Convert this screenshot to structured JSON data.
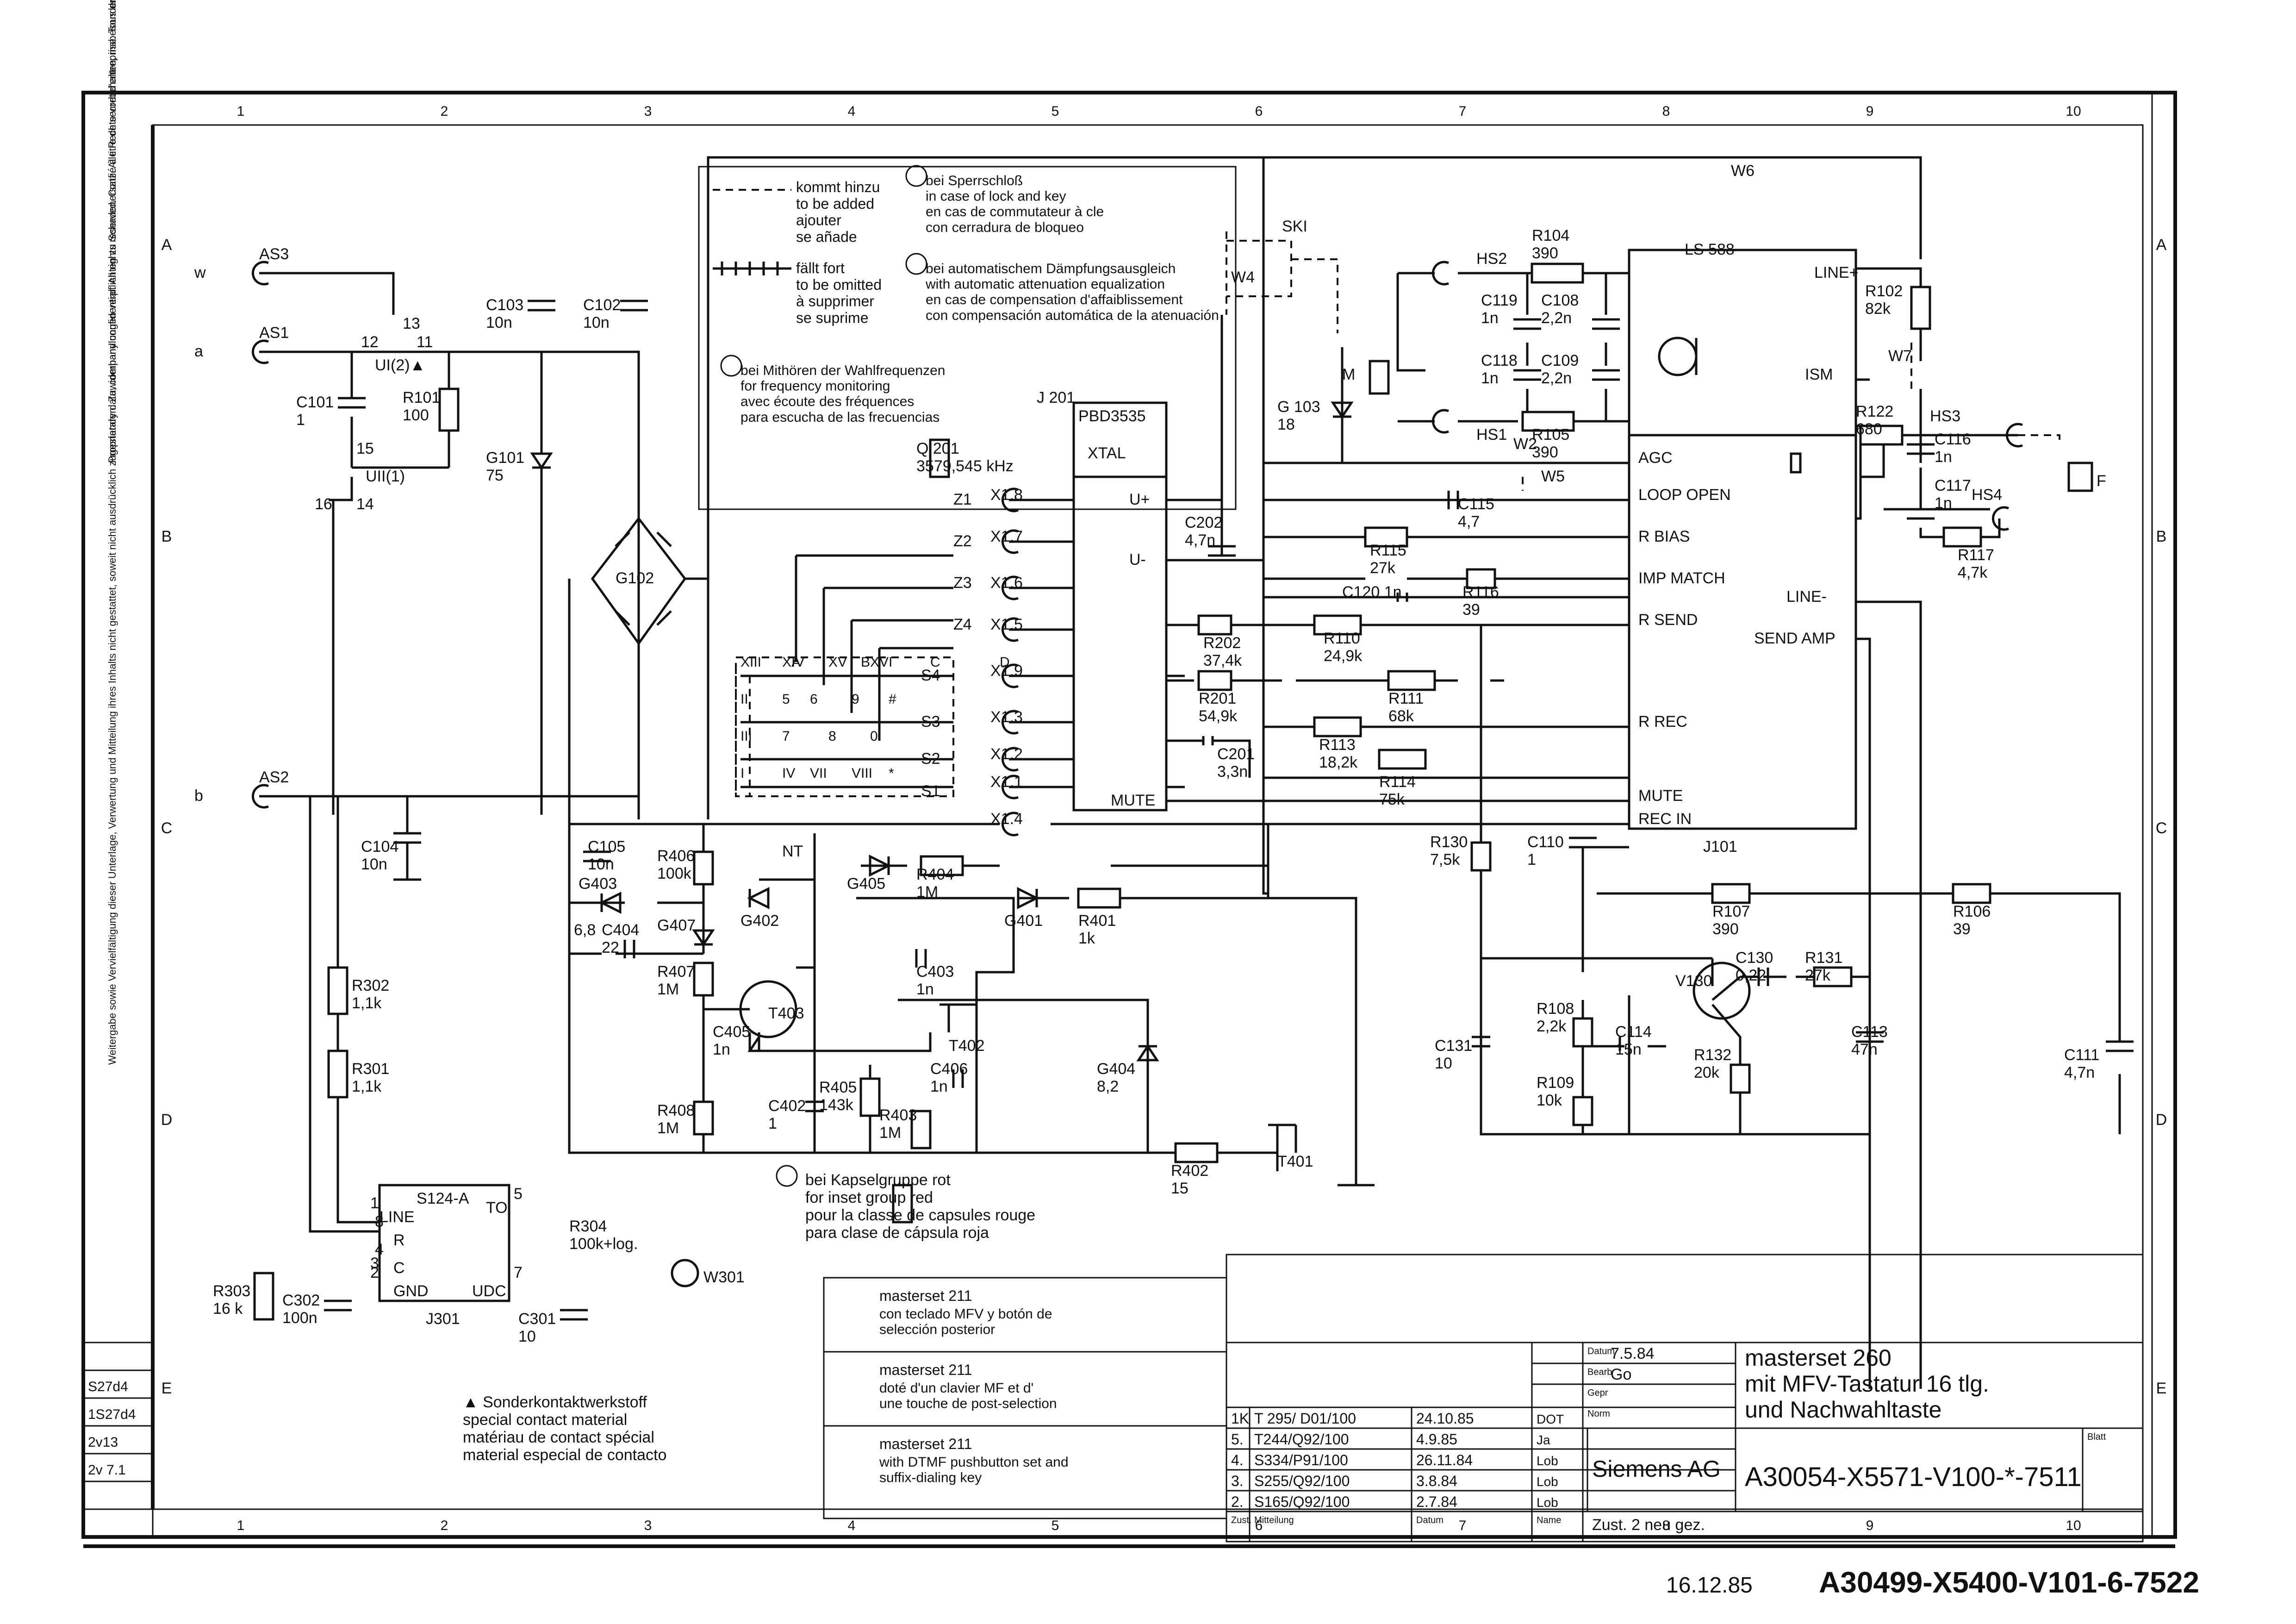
{
  "grid": {
    "cols": [
      "1",
      "2",
      "3",
      "4",
      "5",
      "6",
      "7",
      "8",
      "9",
      "10"
    ],
    "rows": [
      "A",
      "B",
      "C",
      "D",
      "E"
    ]
  },
  "side_notes": {
    "note1": "Proprietary data, company confidential. All rights reserved. Confié à titre de secret d'entreprise. Tous droits réservés. Comunicado como segredo empresarial. Reservados todos os direitos. Comunicado como secreto industrial. Nos reservamos todos los derechos.",
    "note2": "Weitergabe sowie Vervielfältigung dieser Unterlage, Verwertung und Mitteilung ihres Inhalts nicht gestattet, soweit nicht ausdrücklich zugestanden. Zuwiderhandlungen verpflichten zu Schadenersatz. Alle Rechte vorbehalten, insbesondere für den Fall der Patenterteilung oder GM-Eintragung."
  },
  "legend": {
    "added_label": "kommt hinzu\nto be added\najouter\nse añade",
    "omitted_label": "fällt fort\nto be omitted\nà supprimer\nse suprime",
    "note1": "bei Sperrschloß\nin case of lock and key\nen cas de commutateur à cle\ncon cerradura de bloqueo",
    "note2": "bei automatischem Dämpfungsausgleich\nwith automatic attenuation equalization\nen cas de compensation d'affaiblissement\ncon compensación automática de la atenuación",
    "note3": "bei Mithören der Wahlfrequenzen\nfor frequency monitoring\navec écoute des fréquences\npara escucha de las frecuencias",
    "note4": "bei Kapselgruppe rot\nfor inset group red\npour la classe de capsules rouge\npara clase de cápsula roja",
    "special_contact": "▲ Sonderkontaktwerkstoff\nspecial contact material\nmatériau de contact spécial\nmaterial especial de contacto"
  },
  "labels": {
    "w": "w",
    "a": "a",
    "b": "b",
    "AS3": "AS3",
    "AS1": "AS1",
    "AS2": "AS2",
    "C101": "C101\n1",
    "R101": "R101\n100",
    "UI2": "UI(2)▲",
    "UII1": "UII(1)",
    "n12": "12",
    "n13": "13",
    "n11": "11",
    "n15": "15",
    "n16": "16",
    "n14": "14",
    "C103": "C103\n10n",
    "C102": "C102\n10n",
    "G101": "G101\n75",
    "G102": "G102",
    "C104": "C104\n10n",
    "R302": "R302\n1,1k",
    "R301": "R301\n1,1k",
    "S124": "S124-A",
    "LINE": "LINE",
    "TO": "TO",
    "GND": "GND",
    "UDC": "UDC",
    "J301": "J301",
    "pin8": "8",
    "pin1": "1",
    "pin4": "4",
    "pinR": "R",
    "pinC": "C",
    "pin2": "2",
    "pin3": "3",
    "pin5": "5",
    "pin7": "7",
    "R304": "R304\n100k+log.",
    "W301": "W301",
    "R303": "R303\n16 k",
    "C302": "C302\n100n",
    "C301": "C301\n10",
    "J201": "J 201",
    "PBD": "PBD3535",
    "XTAL": "XTAL",
    "Q201": "Q 201\n3579,545 kHz",
    "Uplus": "U+",
    "Uminus": "U-",
    "MUTE_ic": "MUTE",
    "Z1": "Z1",
    "Z2": "Z2",
    "Z3": "Z3",
    "Z4": "Z4",
    "S1": "S1",
    "S2": "S2",
    "S3": "S3",
    "S4": "S4",
    "X18": "X1.8",
    "X17": "X1.7",
    "X16": "X1.6",
    "X15": "X1.5",
    "X19": "X1.9",
    "X13": "X1.3",
    "X12": "X1.2",
    "X11": "X1.1",
    "X14": "X1.4",
    "SKI": "SKI",
    "W4": "W4",
    "W5": "W5",
    "W2": "W2",
    "W6": "W6",
    "W7": "W7",
    "C202": "C202\n4,7n",
    "G103": "G 103\n18",
    "M": "M",
    "HS1": "HS1",
    "HS2": "HS2",
    "HS3": "HS3",
    "HS4": "HS4",
    "R104": "R104\n390",
    "R105": "R105\n390",
    "C119": "C119\n1n",
    "C108": "C108\n2,2n",
    "C118": "C118\n1n",
    "C109": "C109\n2,2n",
    "LS588": "LS 588",
    "AGC": "AGC",
    "LOOP_OPEN": "LOOP OPEN",
    "R_BIAS": "R BIAS",
    "IMP_MATCH": "IMP MATCH",
    "R_SEND": "R SEND",
    "R_REC": "R REC",
    "MUTE": "MUTE",
    "REC_IN": "REC IN",
    "J101": "J101",
    "LINEp": "LINE+",
    "ISM": "ISM",
    "LINEm": "LINE-",
    "SEND_AMP": "SEND AMP",
    "C115": "C115\n4,7",
    "R115": "R115\n27k",
    "C120": "C120  1n",
    "R116": "R116\n39",
    "R202": "R202\n37,4k",
    "R110": "R110\n24,9k",
    "R111": "R111\n68k",
    "R201": "R201\n54,9k",
    "R113": "R113\n18,2k",
    "R114": "R114\n75k",
    "C201": "C201\n3,3n",
    "R102": "R102\n82k",
    "R122": "R122\n680",
    "C116": "C116\n1n",
    "C117": "C117\n1n",
    "R117": "R117\n4,7k",
    "F": "F",
    "C105": "C105\n10n",
    "R406": "R406\n100k",
    "G403": "G403",
    "v68": "6,8",
    "C404": "C404\n22",
    "G407": "G407",
    "R407": "R407\n1M",
    "R408": "R408\n1M",
    "NT": "NT",
    "G405": "G405",
    "R404": "R404\n1M",
    "G402": "G402",
    "G401": "G401",
    "R401": "R401\n1k",
    "C403": "C403\n1n",
    "T403": "T403",
    "T402": "T402",
    "C405": "C405\n1n",
    "C402": "C402\n1",
    "R405": "R405\n143k",
    "R403": "R403\n1M",
    "C406": "C406\n1n",
    "G404": "G404\n8,2",
    "R402": "R402\n15",
    "T401": "T401",
    "R130": "R130\n7,5k",
    "C110": "C110\n1",
    "R107": "R107\n390",
    "R106": "R106\n39",
    "V130": "V130",
    "C130": "C130\n0,22",
    "R131": "R131\n27k",
    "C131": "C131\n10",
    "R108": "R108\n2,2k",
    "R109": "R109\n10k",
    "C114": "C114\n15n",
    "R132": "R132\n20k",
    "C113": "C113\n47n",
    "C111": "C111\n4,7n",
    "keys": [
      "XIII",
      "XIV",
      "XV",
      "XVI",
      "II",
      "5",
      "6",
      "9",
      "#",
      "III",
      "7",
      "8",
      "0",
      "I",
      "IV",
      "VII",
      "VIII",
      "*"
    ],
    "keypad_letters": [
      "A",
      "B",
      "C",
      "D"
    ]
  },
  "variants": [
    {
      "code": "masterset 211",
      "desc": "con teclado MFV y botón de\nselección posterior"
    },
    {
      "code": "masterset 211",
      "desc": "doté d'un clavier MF et d'\nune touche de post-selection"
    },
    {
      "code": "masterset 211",
      "desc": "with DTMF pushbutton set and\nsuffix-dialing key"
    }
  ],
  "title_block": {
    "headers": {
      "datum": "Datum",
      "bearb": "Bearb",
      "gepr": "Gepr",
      "norm": "Norm",
      "zust": "Zust.",
      "mitteilung": "Mitteilung",
      "datum2": "Datum",
      "name": "Name",
      "blatt": "Blatt"
    },
    "date_value": "7.5.84",
    "bearb_value": "Go",
    "revisions": [
      {
        "idx": "1K",
        "note": "T 295/ D01/100",
        "date": "24.10.85",
        "name": "DOT"
      },
      {
        "idx": "5.",
        "note": "T244/Q92/100",
        "date": "4.9.85",
        "name": "Ja"
      },
      {
        "idx": "4.",
        "note": "S334/P91/100",
        "date": "26.11.84",
        "name": "Lob"
      },
      {
        "idx": "3.",
        "note": "S255/Q92/100",
        "date": "3.8.84",
        "name": "Lob"
      },
      {
        "idx": "2.",
        "note": "S165/Q92/100",
        "date": "2.7.84",
        "name": "Lob"
      }
    ],
    "company": "Siemens AG",
    "title": "masterset 260\nmit MFV-Tastatur 16 tlg.\nund Nachwahltaste",
    "doc_number": "A30054-X5571-V100-*-7511",
    "zust_note": "Zust. 2 neu gez."
  },
  "left_margin_block": [
    "S27d4",
    "1S27d4",
    "2v13",
    "2v 7.1"
  ],
  "footer": {
    "date": "16.12.85",
    "drawing_number": "A30499-X5400-V101-6-7522"
  }
}
